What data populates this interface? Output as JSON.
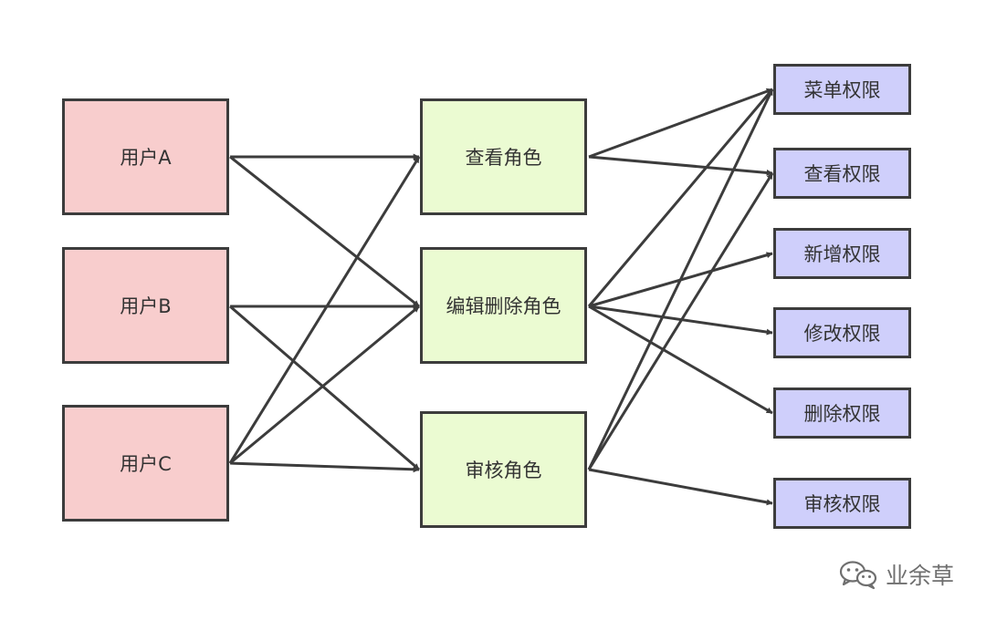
{
  "users": [
    {
      "id": "user-a",
      "label": "用户A"
    },
    {
      "id": "user-b",
      "label": "用户B"
    },
    {
      "id": "user-c",
      "label": "用户C"
    }
  ],
  "roles": [
    {
      "id": "role-view",
      "label": "查看角色"
    },
    {
      "id": "role-edit-delete",
      "label": "编辑删除角色"
    },
    {
      "id": "role-review",
      "label": "审核角色"
    }
  ],
  "permissions": [
    {
      "id": "perm-menu",
      "label": "菜单权限"
    },
    {
      "id": "perm-view",
      "label": "查看权限"
    },
    {
      "id": "perm-add",
      "label": "新增权限"
    },
    {
      "id": "perm-modify",
      "label": "修改权限"
    },
    {
      "id": "perm-delete",
      "label": "删除权限"
    },
    {
      "id": "perm-review",
      "label": "审核权限"
    }
  ],
  "edges": [
    {
      "from": "user-a",
      "to": "role-view"
    },
    {
      "from": "user-a",
      "to": "role-edit-delete"
    },
    {
      "from": "user-b",
      "to": "role-edit-delete"
    },
    {
      "from": "user-b",
      "to": "role-review"
    },
    {
      "from": "user-c",
      "to": "role-view"
    },
    {
      "from": "user-c",
      "to": "role-edit-delete"
    },
    {
      "from": "user-c",
      "to": "role-review"
    },
    {
      "from": "role-view",
      "to": "perm-menu"
    },
    {
      "from": "role-view",
      "to": "perm-view"
    },
    {
      "from": "role-edit-delete",
      "to": "perm-menu"
    },
    {
      "from": "role-edit-delete",
      "to": "perm-add"
    },
    {
      "from": "role-edit-delete",
      "to": "perm-modify"
    },
    {
      "from": "role-edit-delete",
      "to": "perm-delete"
    },
    {
      "from": "role-review",
      "to": "perm-menu"
    },
    {
      "from": "role-review",
      "to": "perm-view"
    },
    {
      "from": "role-review",
      "to": "perm-review"
    }
  ],
  "colors": {
    "user_fill": "#f8cdcd",
    "role_fill": "#ebfbd2",
    "perm_fill": "#cfcffb",
    "border": "#3c3c3c",
    "arrow": "#3c3c3c"
  },
  "watermark": {
    "icon": "wechat-icon",
    "text": "业余草"
  }
}
